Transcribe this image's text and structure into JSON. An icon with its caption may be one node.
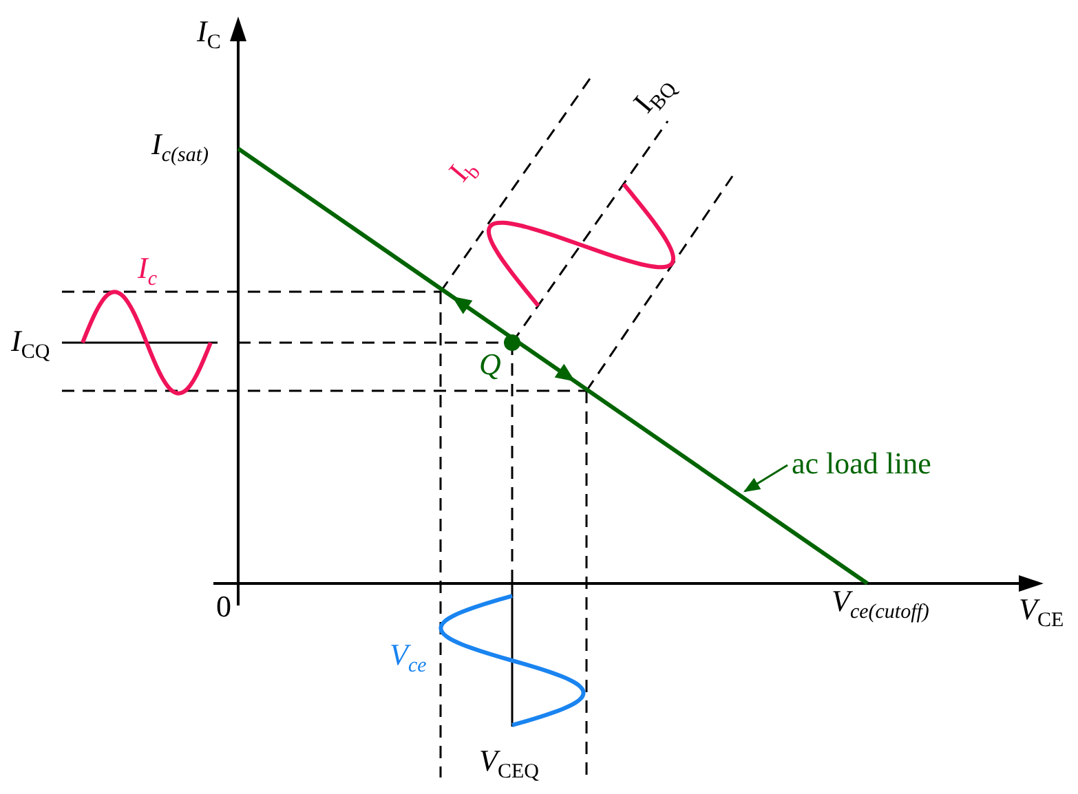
{
  "diagram": {
    "nodes": [
      {
        "text": [
          "ac load line"
        ]
      },
      {
        "text": [],
        "shape": "line"
      }
    ],
    "edges": [
      {
        "from": 0,
        "to": 1,
        "arrow": "to"
      }
    ],
    "labels": [
      "*I*$_{C}$",
      "I$_{c(sat)}$",
      "I$_{b}$",
      "I$_{BQ}$",
      "I$_{c}$",
      "*I*$_{CQ}$",
      "Q",
      "0",
      "V$_{ce}$",
      "V$_{ce(cutoff)}$",
      "*V*$_{CE}$",
      "*V*$_{CEQ}$"
    ]
  }
}
